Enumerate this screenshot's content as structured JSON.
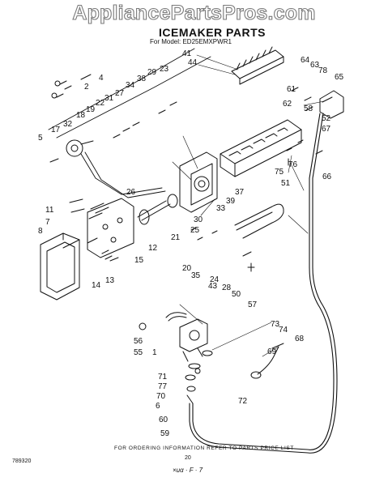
{
  "watermark": "AppliancePartsPros.com",
  "title": "ICEMAKER PARTS",
  "model_line": "For Model: ED25EMXPWR1",
  "callouts": [
    "1",
    "2",
    "4",
    "5",
    "6",
    "7",
    "8",
    "11",
    "12",
    "13",
    "14",
    "15",
    "17",
    "18",
    "19",
    "20",
    "21",
    "22",
    "23",
    "24",
    "25",
    "26",
    "27",
    "28",
    "29",
    "30",
    "31",
    "32",
    "33",
    "34",
    "35",
    "37",
    "38",
    "39",
    "41",
    "43",
    "44",
    "50",
    "51",
    "52",
    "55",
    "56",
    "57",
    "58",
    "59",
    "60",
    "61",
    "62",
    "63",
    "64",
    "65",
    "66",
    "67",
    "68",
    "69",
    "70",
    "71",
    "72",
    "73",
    "74",
    "75",
    "76",
    "77",
    "78"
  ],
  "footer_text": "FOR ORDERING INFORMATION REFER TO PARTS PRICE LIST",
  "page_number": "20",
  "doc_id": "789320",
  "signature": "×uα · F · 7"
}
